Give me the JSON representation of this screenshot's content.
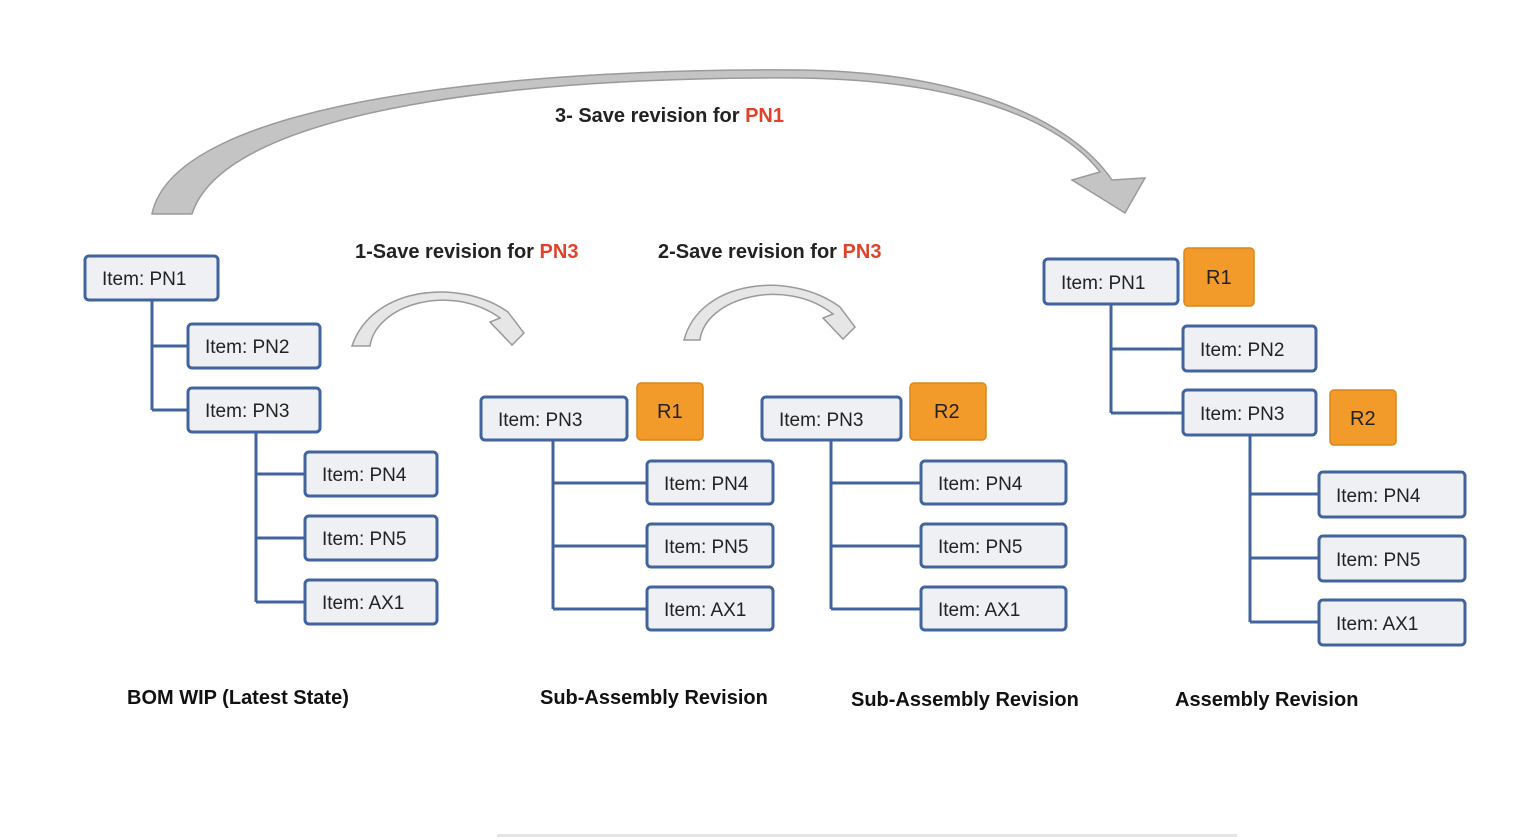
{
  "steps": [
    {
      "prefix": "1-Save revision for ",
      "part": "PN3"
    },
    {
      "prefix": "2-Save revision for ",
      "part": "PN3"
    },
    {
      "prefix": "3- Save revision for ",
      "part": "PN1"
    }
  ],
  "trees": [
    {
      "caption": "BOM WIP (Latest State)",
      "items": [
        "Item: PN1",
        "Item: PN2",
        "Item: PN3",
        "Item: PN4",
        "Item: PN5",
        "Item: AX1"
      ],
      "revisions": []
    },
    {
      "caption": "Sub-Assembly Revision",
      "items": [
        "Item: PN3",
        "Item: PN4",
        "Item: PN5",
        "Item: AX1"
      ],
      "revisions": [
        "R1"
      ]
    },
    {
      "caption": "Sub-Assembly Revision",
      "items": [
        "Item: PN3",
        "Item: PN4",
        "Item: PN5",
        "Item: AX1"
      ],
      "revisions": [
        "R2"
      ]
    },
    {
      "caption": "Assembly Revision",
      "items": [
        "Item: PN1",
        "Item: PN2",
        "Item: PN3",
        "Item: PN4",
        "Item: PN5",
        "Item: AX1"
      ],
      "revisions": [
        "R1",
        "R2"
      ]
    }
  ],
  "colors": {
    "highlight": "#e0422b",
    "revision": "#f29b2a",
    "border": "#41649e"
  }
}
